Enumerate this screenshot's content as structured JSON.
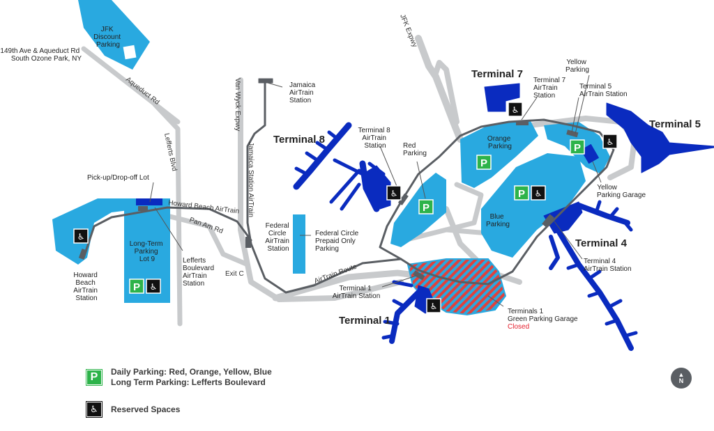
{
  "colors": {
    "lot_blue": "#29a9e0",
    "terminal_navy": "#0a2bbf",
    "road_gray": "#c8cacc",
    "airtrain_gray": "#5a5e63",
    "parking_green": "#2db34a",
    "closed_red": "#e4202e"
  },
  "terminals": {
    "t1": "Terminal 1",
    "t4": "Terminal 4",
    "t5": "Terminal 5",
    "t7": "Terminal 7",
    "t8": "Terminal 8"
  },
  "stations": {
    "jamaica": [
      "Jamaica",
      "AirTrain",
      "Station"
    ],
    "t8": [
      "Terminal 8",
      "AirTrain",
      "Station"
    ],
    "t7": [
      "Terminal 7",
      "AirTrain",
      "Station"
    ],
    "t5": [
      "Terminal 5",
      "AirTrain Station"
    ],
    "t4": [
      "Terminal 4",
      "AirTrain Station"
    ],
    "t1": [
      "Terminal 1",
      "AirTrain Station"
    ],
    "federal": [
      "Federal",
      "Circle",
      "AirTrain",
      "Station"
    ],
    "howard": [
      "Howard",
      "Beach",
      "AirTrain",
      "Station"
    ],
    "lefferts": [
      "Lefferts",
      "Boulevard",
      "AirTrain",
      "Station"
    ]
  },
  "lots": {
    "discount": [
      "JFK",
      "Discount",
      "Parking"
    ],
    "red": [
      "Red",
      "Parking"
    ],
    "orange": [
      "Orange",
      "Parking"
    ],
    "yellow": [
      "Yellow",
      "Parking"
    ],
    "yellow_garage": [
      "Yellow",
      "Parking Garage"
    ],
    "blue": [
      "Blue",
      "Parking"
    ],
    "longterm": [
      "Long-Term",
      "Parking",
      "Lot 9"
    ],
    "federal_prepaid": [
      "Federal Circle",
      "Prepaid Only",
      "Parking"
    ],
    "green_garage": [
      "Terminals 1",
      "Green Parking Garage"
    ],
    "green_status": "Closed",
    "pickup": "Pick-up/Drop-off Lot"
  },
  "address": [
    "149th Ave & Aqueduct Rd",
    "South Ozone Park, NY"
  ],
  "roads": {
    "aqueduct": "Aqueduct Rd",
    "lefferts": "Lefferts Blvd",
    "vanwyck": "Van Wyck Expwy",
    "jfk_expwy": "JFK Expwy",
    "jamaica_airtrain": "Jamaica Station AirTrain",
    "howard_airtrain": "Howard Beach AirTrain",
    "panam": "Pan Am Rd",
    "exit_c": "Exit C",
    "airtrain_route": "AirTrain Route"
  },
  "icons": {
    "parking": "P",
    "accessible": "♿"
  },
  "legend": {
    "daily": "Daily Parking: Red, Orange, Yellow, Blue",
    "longterm": "Long Term Parking: Lefferts Boulevard",
    "reserved": "Reserved Spaces"
  },
  "compass": "N"
}
